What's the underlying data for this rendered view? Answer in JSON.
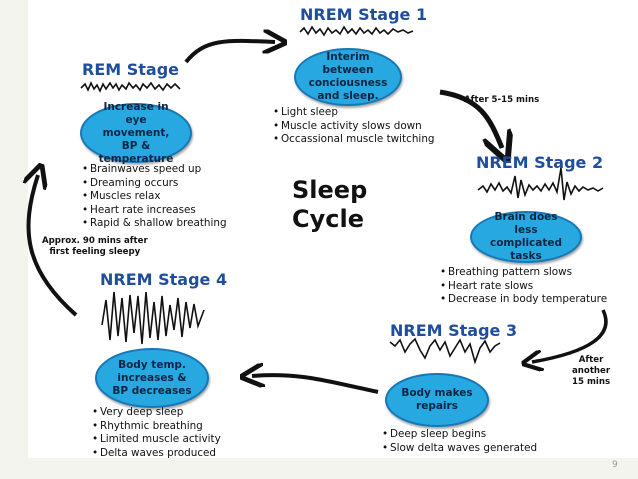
{
  "title": {
    "line1": "Sleep",
    "line2": "Cycle"
  },
  "stages": {
    "nrem1": {
      "title": "NREM Stage 1",
      "bubble": [
        "Interim between",
        "conciousness",
        "and sleep."
      ],
      "bullets": [
        "Light sleep",
        "Muscle activity slows down",
        "Occassional muscle twitching"
      ]
    },
    "nrem2": {
      "title": "NREM Stage 2",
      "bubble": [
        "Brain does less",
        "complicated tasks"
      ],
      "bullets": [
        "Breathing pattern slows",
        "Heart rate slows",
        "Decrease in body temperature"
      ]
    },
    "nrem3": {
      "title": "NREM Stage 3",
      "bubble": [
        "Body makes",
        "repairs"
      ],
      "bullets": [
        "Deep sleep begins",
        "Slow delta waves generated"
      ]
    },
    "nrem4": {
      "title": "NREM Stage 4",
      "bubble": [
        "Body temp.",
        "increases &",
        "BP decreases"
      ],
      "bullets": [
        "Very deep sleep",
        "Rhythmic breathing",
        "Limited muscle activity",
        "Delta waves produced"
      ]
    },
    "rem": {
      "title": "REM Stage",
      "bubble": [
        "Increase in eye",
        "movement, BP &",
        "temperature"
      ],
      "bullets": [
        "Brainwaves speed up",
        "Dreaming occurs",
        "Muscles relax",
        "Heart rate increases",
        "Rapid & shallow breathing"
      ]
    }
  },
  "notes": {
    "after1": "After 5-15 mins",
    "after2": [
      "After",
      "another",
      "15 mins"
    ],
    "approx": [
      "Approx. 90 mins after",
      "first feeling sleepy"
    ]
  },
  "page_number": "9",
  "colors": {
    "title": "#1f4e9c",
    "bubble": "#27a8e0",
    "bubble_border": "#1778b8",
    "arrow": "#111111"
  }
}
